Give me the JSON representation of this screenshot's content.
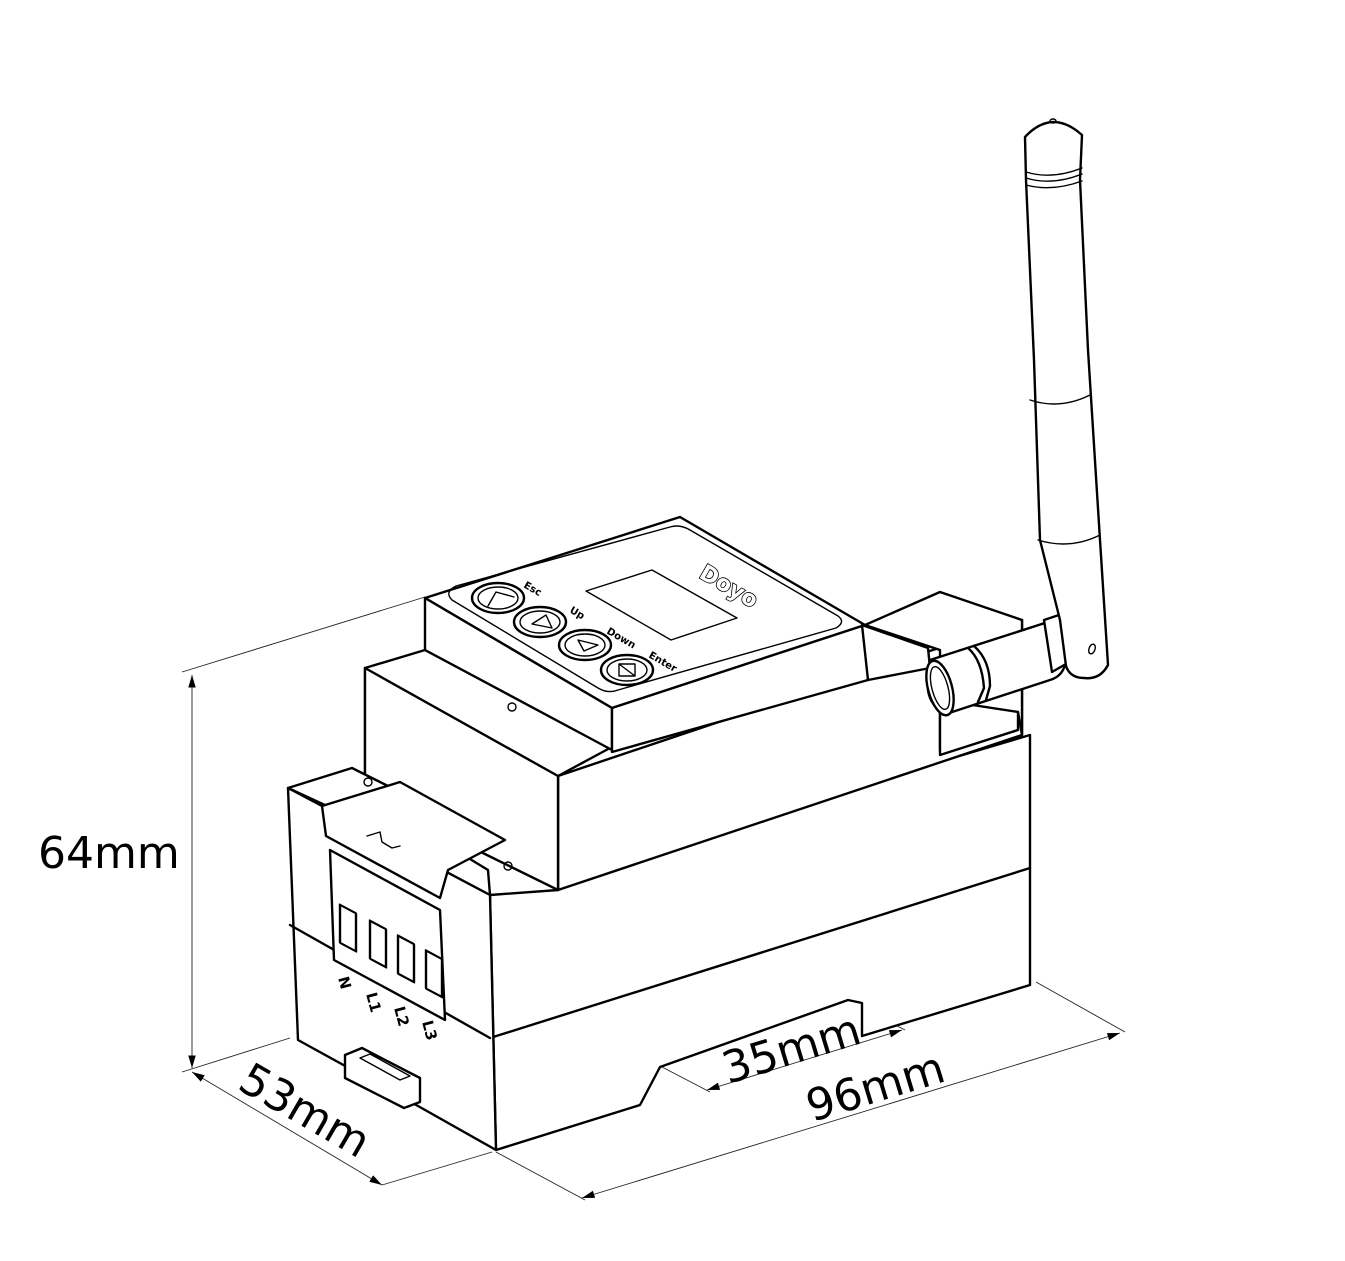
{
  "diagram": {
    "subject": "DIN-rail energy meter with external antenna",
    "brand_logo": "Doyo",
    "display": {
      "shape": "blank-lcd-window"
    },
    "buttons": [
      {
        "id": "esc",
        "label": "Esc",
        "icon": "chevron-up-icon"
      },
      {
        "id": "up",
        "label": "Up",
        "icon": "triangle-left-icon"
      },
      {
        "id": "down",
        "label": "Down",
        "icon": "triangle-right-icon"
      },
      {
        "id": "enter",
        "label": "Enter",
        "icon": "enter-icon"
      }
    ],
    "terminals": [
      {
        "label": "N"
      },
      {
        "label": "L1"
      },
      {
        "label": "L2"
      },
      {
        "label": "L3"
      }
    ],
    "dimensions": {
      "height": "64mm",
      "depth": "53mm",
      "width": "96mm",
      "rail": "35mm"
    },
    "colors": {
      "line": "#000000",
      "fill": "#ffffff",
      "dimension_line": "#222222"
    }
  }
}
